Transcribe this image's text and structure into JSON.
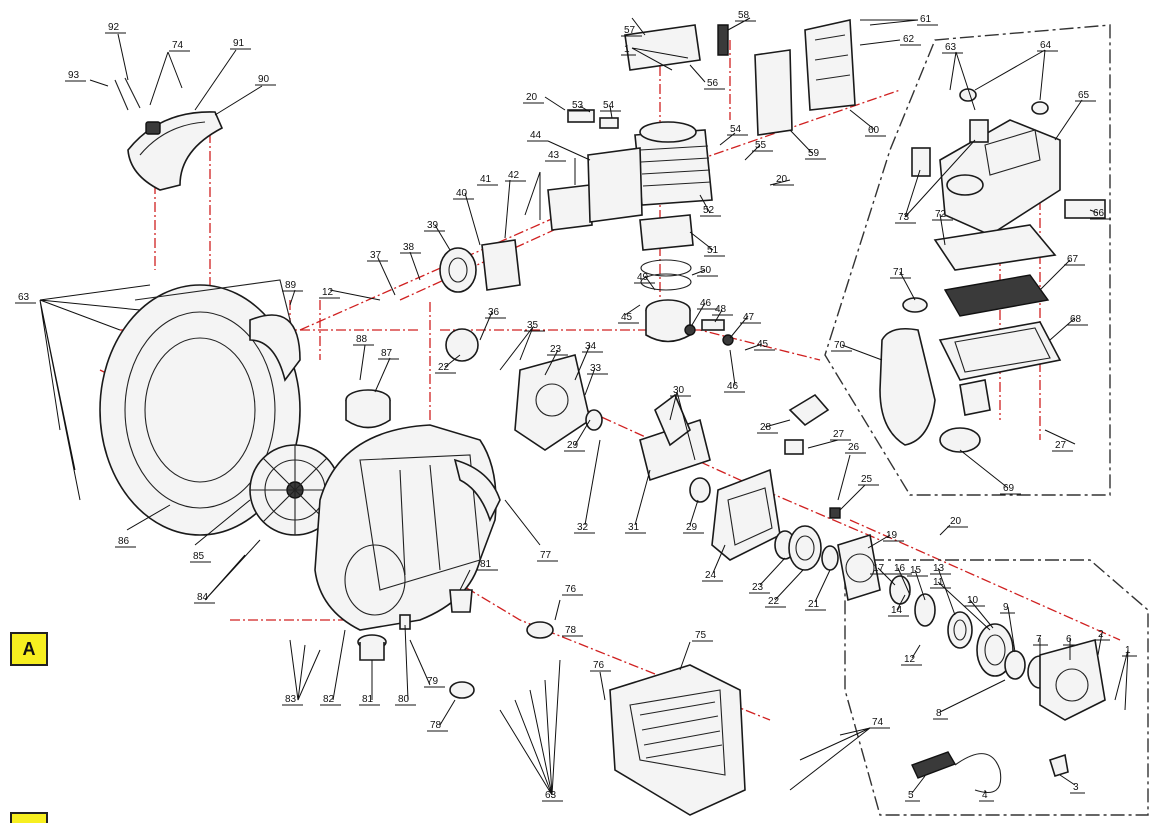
{
  "markers": {
    "a": "A",
    "b": ""
  },
  "callouts": [
    {
      "id": "c92",
      "text": "92"
    },
    {
      "id": "c74a",
      "text": "74"
    },
    {
      "id": "c91",
      "text": "91"
    },
    {
      "id": "c93",
      "text": "93"
    },
    {
      "id": "c90",
      "text": "90"
    },
    {
      "id": "c63a",
      "text": "63"
    },
    {
      "id": "c89",
      "text": "89"
    },
    {
      "id": "c88",
      "text": "88"
    },
    {
      "id": "c87",
      "text": "87"
    },
    {
      "id": "c86",
      "text": "86"
    },
    {
      "id": "c85",
      "text": "85"
    },
    {
      "id": "c84",
      "text": "84"
    },
    {
      "id": "c83",
      "text": "83"
    },
    {
      "id": "c82",
      "text": "82"
    },
    {
      "id": "c81a",
      "text": "81"
    },
    {
      "id": "c81b",
      "text": "81"
    },
    {
      "id": "c80",
      "text": "80"
    },
    {
      "id": "c79",
      "text": "79"
    },
    {
      "id": "c78a",
      "text": "78"
    },
    {
      "id": "c78b",
      "text": "78"
    },
    {
      "id": "c77",
      "text": "77"
    },
    {
      "id": "c76a",
      "text": "76"
    },
    {
      "id": "c76b",
      "text": "76"
    },
    {
      "id": "c75",
      "text": "75"
    },
    {
      "id": "c74b",
      "text": "74"
    },
    {
      "id": "c63b",
      "text": "63"
    },
    {
      "id": "c57",
      "text": "57"
    },
    {
      "id": "c58",
      "text": "58"
    },
    {
      "id": "c61",
      "text": "61"
    },
    {
      "id": "c62",
      "text": "62"
    },
    {
      "id": "c1a",
      "text": "1"
    },
    {
      "id": "c56",
      "text": "56"
    },
    {
      "id": "c20a",
      "text": "20"
    },
    {
      "id": "c53",
      "text": "53"
    },
    {
      "id": "c54a",
      "text": "54"
    },
    {
      "id": "c44",
      "text": "44"
    },
    {
      "id": "c54b",
      "text": "54"
    },
    {
      "id": "c55",
      "text": "55"
    },
    {
      "id": "c20b",
      "text": "20"
    },
    {
      "id": "c59",
      "text": "59"
    },
    {
      "id": "c60",
      "text": "60"
    },
    {
      "id": "c63c",
      "text": "63"
    },
    {
      "id": "c64",
      "text": "64"
    },
    {
      "id": "c65",
      "text": "65"
    },
    {
      "id": "c43",
      "text": "43"
    },
    {
      "id": "c42",
      "text": "42"
    },
    {
      "id": "c41",
      "text": "41"
    },
    {
      "id": "c40",
      "text": "40"
    },
    {
      "id": "c52",
      "text": "52"
    },
    {
      "id": "c51",
      "text": "51"
    },
    {
      "id": "c50",
      "text": "50"
    },
    {
      "id": "c49",
      "text": "49"
    },
    {
      "id": "c39",
      "text": "39"
    },
    {
      "id": "c38",
      "text": "38"
    },
    {
      "id": "c37",
      "text": "37"
    },
    {
      "id": "c12a",
      "text": "12"
    },
    {
      "id": "c45a",
      "text": "45"
    },
    {
      "id": "c46a",
      "text": "46"
    },
    {
      "id": "c48",
      "text": "48"
    },
    {
      "id": "c47",
      "text": "47"
    },
    {
      "id": "c45b",
      "text": "45"
    },
    {
      "id": "c46b",
      "text": "46"
    },
    {
      "id": "c36",
      "text": "36"
    },
    {
      "id": "c35",
      "text": "35"
    },
    {
      "id": "c22",
      "text": "22"
    },
    {
      "id": "c23a",
      "text": "23"
    },
    {
      "id": "c34",
      "text": "34"
    },
    {
      "id": "c33",
      "text": "33"
    },
    {
      "id": "c30",
      "text": "30"
    },
    {
      "id": "c73",
      "text": "73"
    },
    {
      "id": "c72",
      "text": "72"
    },
    {
      "id": "c66",
      "text": "66"
    },
    {
      "id": "c71",
      "text": "71"
    },
    {
      "id": "c67",
      "text": "67"
    },
    {
      "id": "c68",
      "text": "68"
    },
    {
      "id": "c70",
      "text": "70"
    },
    {
      "id": "c27a",
      "text": "27"
    },
    {
      "id": "c28",
      "text": "28"
    },
    {
      "id": "c27b",
      "text": "27"
    },
    {
      "id": "c26",
      "text": "26"
    },
    {
      "id": "c69",
      "text": "69"
    },
    {
      "id": "c25",
      "text": "25"
    },
    {
      "id": "c29a",
      "text": "29"
    },
    {
      "id": "c32",
      "text": "32"
    },
    {
      "id": "c31",
      "text": "31"
    },
    {
      "id": "c29b",
      "text": "29"
    },
    {
      "id": "c24",
      "text": "24"
    },
    {
      "id": "c23b",
      "text": "23"
    },
    {
      "id": "c22b",
      "text": "22"
    },
    {
      "id": "c21",
      "text": "21"
    },
    {
      "id": "c19",
      "text": "19"
    },
    {
      "id": "c20c",
      "text": "20"
    },
    {
      "id": "c17",
      "text": "17"
    },
    {
      "id": "c16",
      "text": "16"
    },
    {
      "id": "c15",
      "text": "15"
    },
    {
      "id": "c13",
      "text": "13"
    },
    {
      "id": "c11",
      "text": "11"
    },
    {
      "id": "c14",
      "text": "14"
    },
    {
      "id": "c10",
      "text": "10"
    },
    {
      "id": "c9",
      "text": "9"
    },
    {
      "id": "c12b",
      "text": "12"
    },
    {
      "id": "c7",
      "text": "7"
    },
    {
      "id": "c6",
      "text": "6"
    },
    {
      "id": "c2",
      "text": "2"
    },
    {
      "id": "c1b",
      "text": "1"
    },
    {
      "id": "c8",
      "text": "8"
    },
    {
      "id": "c5",
      "text": "5"
    },
    {
      "id": "c4",
      "text": "4"
    },
    {
      "id": "c3",
      "text": "3"
    }
  ]
}
